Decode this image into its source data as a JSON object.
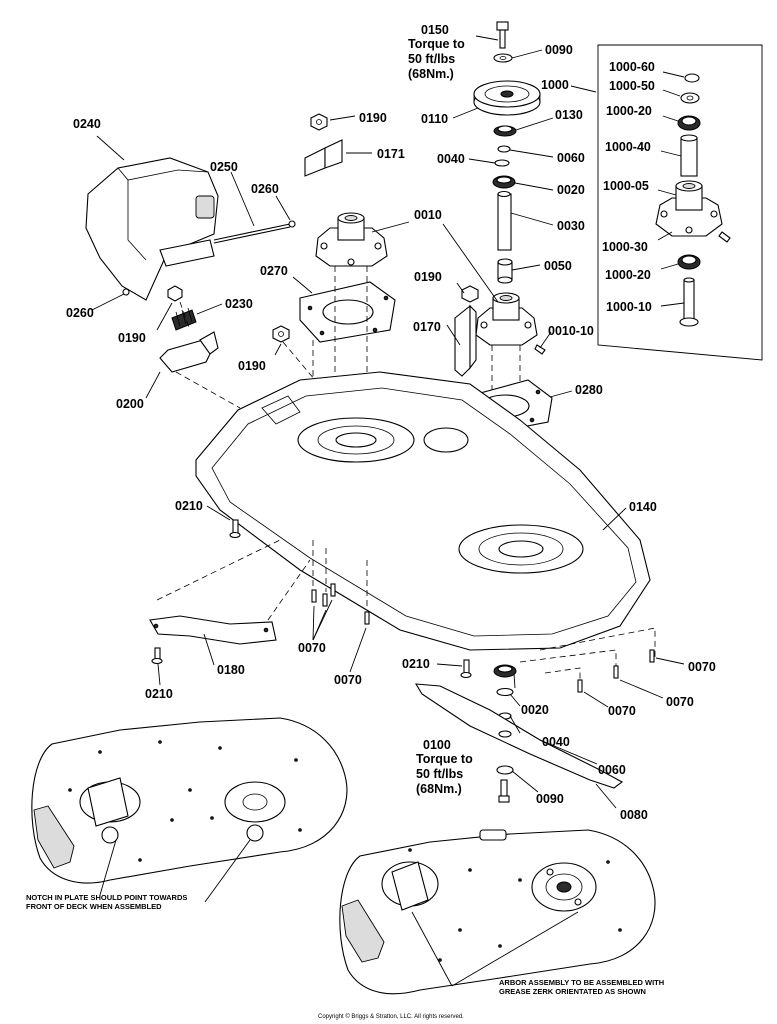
{
  "labels": {
    "p0150": "0150",
    "p0090_top": "0090",
    "p1000": "1000",
    "p0110": "0110",
    "p0130": "0130",
    "p0060_top": "0060",
    "p0040_top": "0040",
    "p0020_top": "0020",
    "p0030": "0030",
    "p0050": "0050",
    "p0010": "0010",
    "p0010_10": "0010-10",
    "p0190_a": "0190",
    "p0171": "0171",
    "p0240": "0240",
    "p0250": "0250",
    "p0260_a": "0260",
    "p0260_b": "0260",
    "p0190_b": "0190",
    "p0230": "0230",
    "p0270": "0270",
    "p0190_c": "0190",
    "p0190_d": "0190",
    "p0170": "0170",
    "p0200": "0200",
    "p0280": "0280",
    "p0210_a": "0210",
    "p0140": "0140",
    "p0070_a": "0070",
    "p0070_b": "0070",
    "p0180": "0180",
    "p0210_b": "0210",
    "p0210_c": "0210",
    "p0070_c": "0070",
    "p0070_d": "0070",
    "p0070_e": "0070",
    "p0020_bot": "0020",
    "p0040_bot": "0040",
    "p0060_bot": "0060",
    "p0100": "0100",
    "p0090_bot": "0090",
    "p0080": "0080"
  },
  "torque_top": {
    "line1": "Torque to",
    "line2": "50 ft/lbs",
    "line3": "(68Nm.)"
  },
  "torque_bottom": {
    "line1": "Torque to",
    "line2": "50 ft/lbs",
    "line3": "(68Nm.)"
  },
  "kit": {
    "k60": "1000-60",
    "k50": "1000-50",
    "k20a": "1000-20",
    "k40": "1000-40",
    "k05": "1000-05",
    "k30": "1000-30",
    "k20b": "1000-20",
    "k10": "1000-10"
  },
  "notes": {
    "notch_line1": "NOTCH IN PLATE SHOULD POINT TOWARDS",
    "notch_line2": "FRONT OF DECK WHEN ASSEMBLED",
    "arbor_line1": "ARBOR ASSEMBLY TO BE ASSEMBLED WITH",
    "arbor_line2": "GREASE ZERK ORIENTATED AS SHOWN"
  },
  "copyright": "Copyright © Briggs & Stratton, LLC. All rights reserved."
}
